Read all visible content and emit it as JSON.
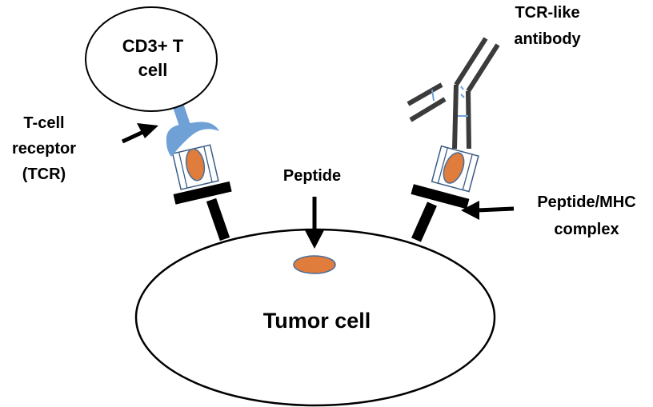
{
  "labels": {
    "t_cell_line1": "CD3+ T",
    "t_cell_line2": "cell",
    "tcr_line1": "T-cell",
    "tcr_line2": "receptor",
    "tcr_line3": "(TCR)",
    "antibody_line1": "TCR-like",
    "antibody_line2": "antibody",
    "peptide": "Peptide",
    "pmhc_line1": "Peptide/MHC",
    "pmhc_line2": "complex",
    "tumor_cell": "Tumor cell"
  },
  "colors": {
    "tcr_blue": "#6fa1d6",
    "peptide_orange": "#e07c3c",
    "peptide_outline": "#4a6d98",
    "antibody_gray": "#3b3b3b",
    "mhc_outline": "#3a5c85",
    "ink": "#000000"
  }
}
